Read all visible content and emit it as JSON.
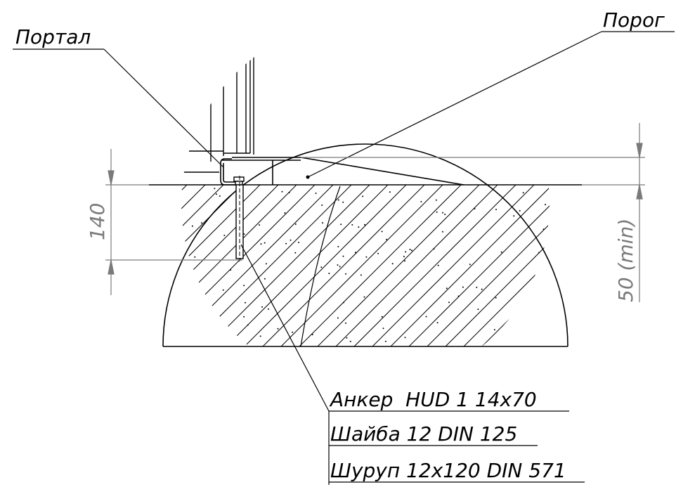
{
  "labels": {
    "portal": "Портал",
    "threshold": "Порог",
    "anchor": "Анкер  HUD 1 14x70",
    "washer": "Шайба 12 DIN 125",
    "screw": "Шуруп 12x120 DIN 571"
  },
  "dimensions": {
    "depth": "140",
    "min_depth": "50 (min)"
  },
  "colors": {
    "line": "#000000",
    "dimension": "#7a7a7a"
  }
}
